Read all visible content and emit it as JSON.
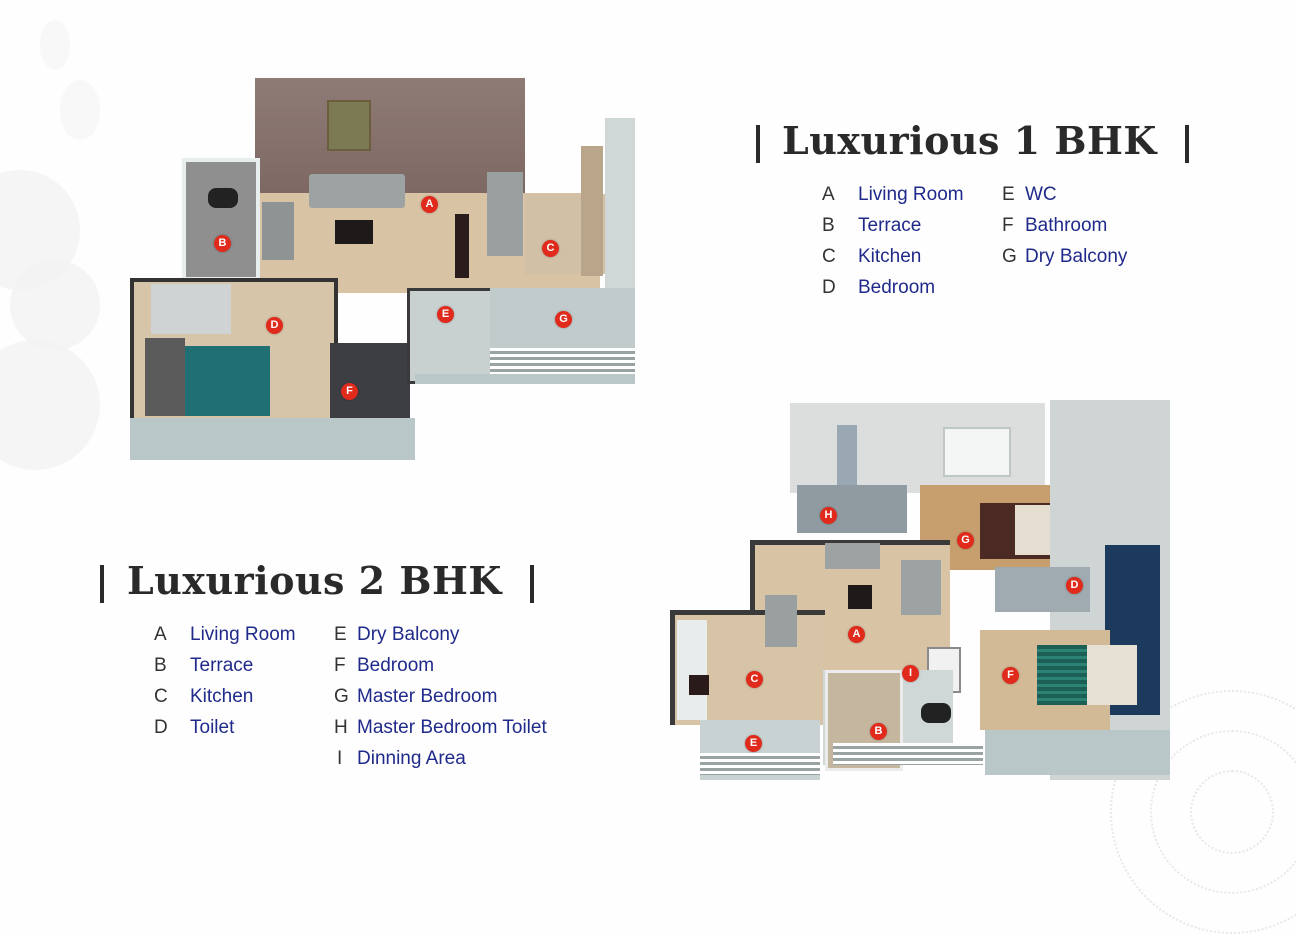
{
  "plan_1bhk": {
    "title": "Luxurious 1 BHK",
    "bar_left": "|",
    "bar_right": "|",
    "legend": [
      {
        "key": "A",
        "label": "Living Room"
      },
      {
        "key": "B",
        "label": "Terrace"
      },
      {
        "key": "C",
        "label": "Kitchen"
      },
      {
        "key": "D",
        "label": "Bedroom"
      },
      {
        "key": "E",
        "label": "WC"
      },
      {
        "key": "F",
        "label": "Bathroom"
      },
      {
        "key": "G",
        "label": "Dry Balcony"
      }
    ],
    "markers": [
      "A",
      "B",
      "C",
      "D",
      "E",
      "F",
      "G"
    ]
  },
  "plan_2bhk": {
    "title": "Luxurious 2 BHK",
    "bar_left": "|",
    "bar_right": "|",
    "legend": [
      {
        "key": "A",
        "label": "Living Room"
      },
      {
        "key": "B",
        "label": "Terrace"
      },
      {
        "key": "C",
        "label": "Kitchen"
      },
      {
        "key": "D",
        "label": "Toilet"
      },
      {
        "key": "E",
        "label": "Dry Balcony"
      },
      {
        "key": "F",
        "label": "Bedroom"
      },
      {
        "key": "G",
        "label": "Master Bedroom"
      },
      {
        "key": "H",
        "label": "Master Bedroom Toilet"
      },
      {
        "key": "I",
        "label": "Dinning Area"
      }
    ],
    "markers": [
      "A",
      "B",
      "C",
      "D",
      "E",
      "F",
      "G",
      "H",
      "I"
    ]
  },
  "colors": {
    "title": "#2a2a2a",
    "legend_key": "#333333",
    "legend_label": "#1f2a8a",
    "marker": "#e02a1c",
    "floor_wood": "#d9c3a5",
    "wall_brown": "#8d7872",
    "wall_light": "#d3dcdc",
    "accent_teal": "#1f6f74",
    "accent_navy": "#1c3a5c"
  }
}
